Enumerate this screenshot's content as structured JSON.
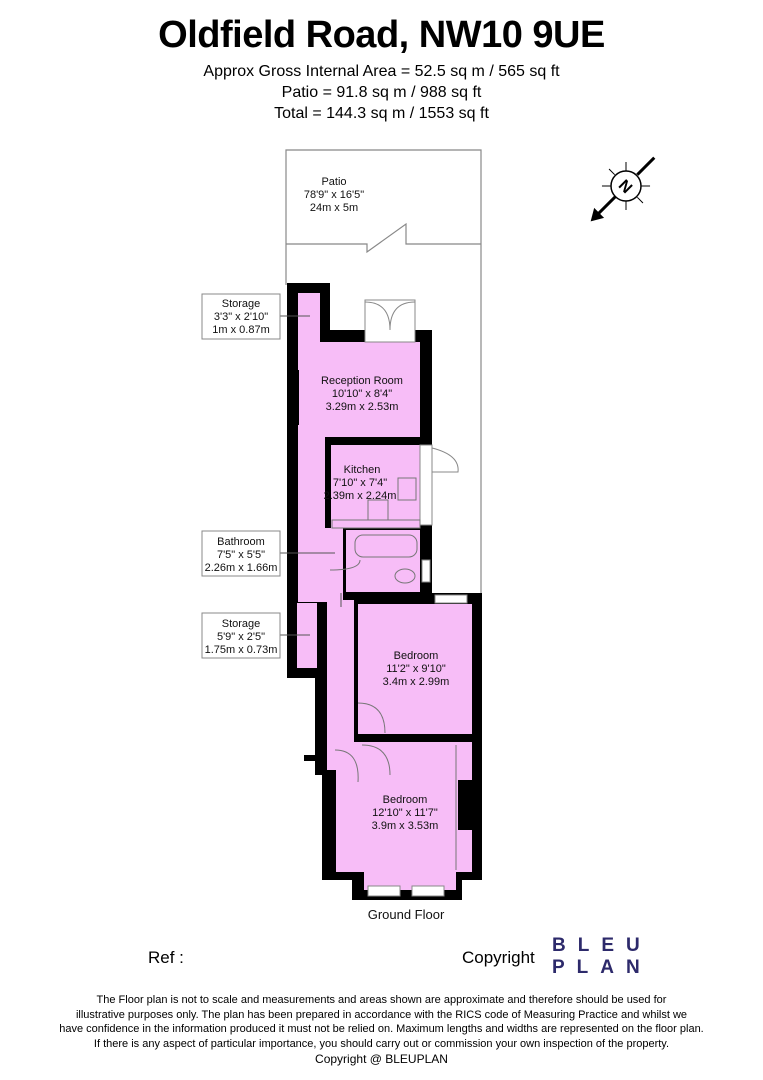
{
  "header": {
    "title": "Oldfield Road, NW10 9UE",
    "areas": [
      "Approx Gross Internal Area = 52.5 sq m / 565 sq ft",
      "Patio = 91.8 sq m / 988 sq ft",
      "Total = 144.3 sq m / 1553 sq ft"
    ]
  },
  "colors": {
    "room_fill": "#f7bdf7",
    "wall": "#000000",
    "logo": "#2d2a6b"
  },
  "rooms": {
    "patio": {
      "name": "Patio",
      "imperial": "78'9\" x 16'5\"",
      "metric": "24m x 5m"
    },
    "storage1": {
      "name": "Storage",
      "imperial": "3'3\" x 2'10\"",
      "metric": "1m x 0.87m"
    },
    "reception": {
      "name": "Reception Room",
      "imperial": "10'10\" x 8'4\"",
      "metric": "3.29m x 2.53m"
    },
    "kitchen": {
      "name": "Kitchen",
      "imperial": "7'10\" x 7'4\"",
      "metric": "2.39m x 2.24m"
    },
    "bathroom": {
      "name": "Bathroom",
      "imperial": "7'5\" x 5'5\"",
      "metric": "2.26m x 1.66m"
    },
    "storage2": {
      "name": "Storage",
      "imperial": "5'9\" x 2'5\"",
      "metric": "1.75m x 0.73m"
    },
    "bedroom1": {
      "name": "Bedroom",
      "imperial": "11'2\" x 9'10\"",
      "metric": "3.4m x 2.99m"
    },
    "bedroom2": {
      "name": "Bedroom",
      "imperial": "12'10\" x 11'7\"",
      "metric": "3.9m x 3.53m"
    }
  },
  "floor_label": "Ground Floor",
  "compass": {
    "letter": "N",
    "icon": "north-compass-icon"
  },
  "footer": {
    "ref": "Ref  :",
    "copyright": "Copyright",
    "logo_line1": "BLEU",
    "logo_line2": "PLAN",
    "disclaimer": [
      "The Floor plan is not to scale and measurements and areas shown are approximate and therefore should be used for",
      "illustrative purposes only. The plan has been prepared in accordance with the RICS code of Measuring Practice and whilst we",
      "have confidence in the information produced it must not be relied on. Maximum lengths and widths are represented on the floor plan.",
      "If there is any aspect of particular importance, you should carry out or commission your own inspection of the property."
    ],
    "copyright_line": "Copyright @ BLEUPLAN"
  }
}
